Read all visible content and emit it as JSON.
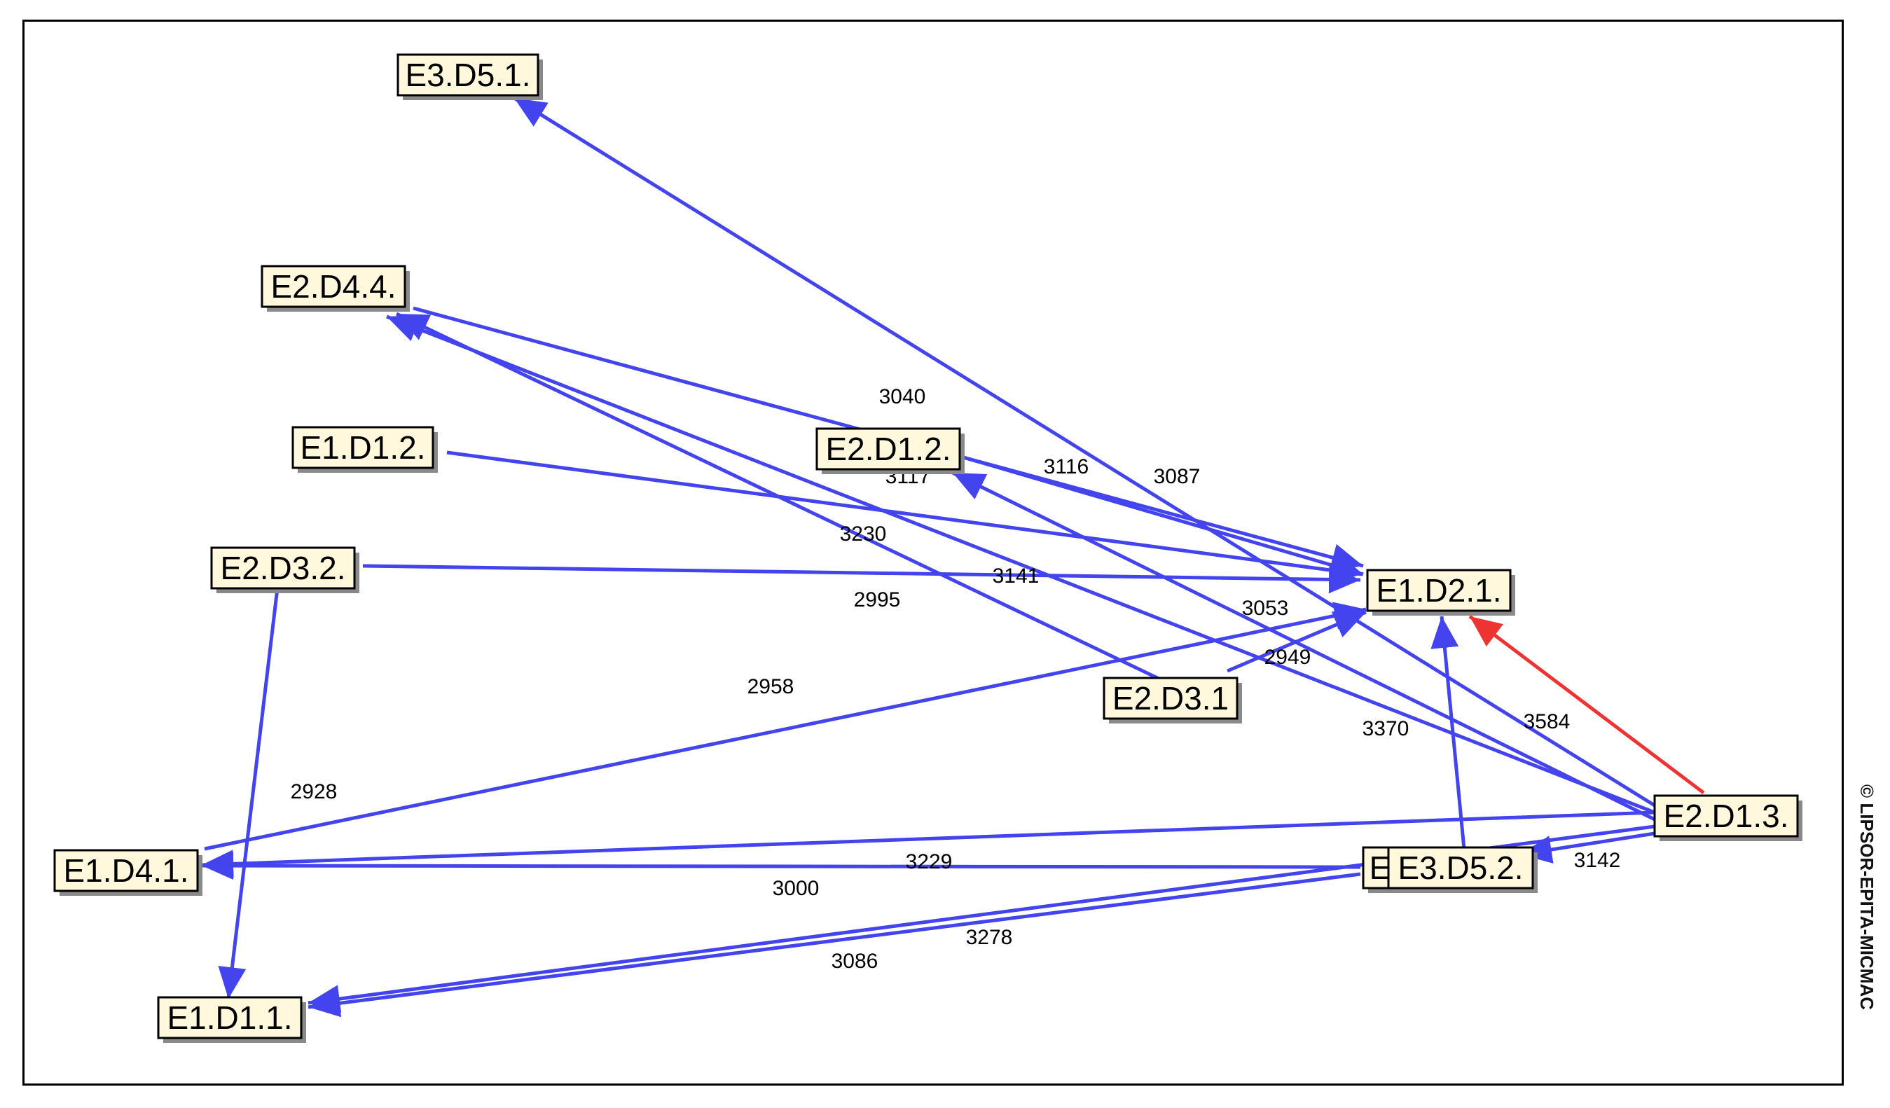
{
  "colors": {
    "edge": "#4444ee",
    "highlight_edge": "#ee3333",
    "node_fill": "#fff8dc"
  },
  "copyright": "© LIPSOR-EPITA-MICMAC",
  "nodes": [
    {
      "id": "E3.D5.1.",
      "label": "E3.D5.1."
    },
    {
      "id": "E2.D4.4.",
      "label": "E2.D4.4."
    },
    {
      "id": "E1.D1.2.",
      "label": "E1.D1.2."
    },
    {
      "id": "E2.D1.2.",
      "label": "E2.D1.2."
    },
    {
      "id": "E2.D3.2.",
      "label": "E2.D3.2."
    },
    {
      "id": "E1.D2.1.",
      "label": "E1.D2.1."
    },
    {
      "id": "E2.D3.1",
      "label": "E2.D3.1"
    },
    {
      "id": "E2.D1.3.",
      "label": "E2.D1.3."
    },
    {
      "id": "E1.D4.1.",
      "label": "E1.D4.1."
    },
    {
      "id": "E_hidden",
      "label": "E"
    },
    {
      "id": "E3.D5.2.",
      "label": "E3.D5.2."
    },
    {
      "id": "E1.D1.1.",
      "label": "E1.D1.1."
    }
  ],
  "edges": [
    {
      "from": "E2.D1.3.",
      "to": "E1.D2.1.",
      "weight": "3584",
      "strong": true
    },
    {
      "from": "E2.D1.3.",
      "to": "E3.D5.1.",
      "weight": "3087",
      "strong": false
    },
    {
      "from": "E2.D1.3.",
      "to": "E2.D4.4.",
      "weight": "3053",
      "strong": false
    },
    {
      "from": "E2.D1.3.",
      "to": "E2.D1.2.",
      "weight": "3370",
      "strong": false
    },
    {
      "from": "E2.D1.3.",
      "to": "E1.D4.1.",
      "weight": "3229",
      "strong": false
    },
    {
      "from": "E2.D1.3.",
      "to": "E1.D1.1.",
      "weight": "3278",
      "strong": false
    },
    {
      "from": "E2.D4.4.",
      "to": "E1.D2.1.",
      "weight": "3040",
      "strong": false
    },
    {
      "from": "E2.D1.2.",
      "to": "E1.D2.1.",
      "weight": "3116",
      "strong": false
    },
    {
      "from": "E1.D1.2.",
      "to": "E1.D2.1.",
      "weight": "3117",
      "strong": false
    },
    {
      "from": "E_hidden",
      "to": "E2.D4.4.",
      "weight": "3230",
      "strong": false
    },
    {
      "from": "E2.D3.2.",
      "to": "E1.D2.1.",
      "weight": "3141",
      "strong": false
    },
    {
      "from": "E2.D3.1",
      "to": "E1.D2.1.",
      "weight": "2949",
      "strong": false
    },
    {
      "from": "E1.D4.1.",
      "to": "E1.D2.1.",
      "weight": "2958",
      "strong": false
    },
    {
      "from": "E2.D3.2.",
      "to": "E1.D1.1.",
      "weight": "2928",
      "strong": false
    },
    {
      "from": "E3.D5.2.",
      "to": "E1.D2.1.",
      "weight": "2995",
      "strong": false
    },
    {
      "from": "E_hidden",
      "to": "E1.D4.1.",
      "weight": "3000",
      "strong": false
    },
    {
      "from": "E_hidden",
      "to": "E1.D1.1.",
      "weight": "3086",
      "strong": false
    },
    {
      "from": "E2.D1.3.",
      "to": "E3.D5.2.",
      "weight": "3142",
      "strong": false
    }
  ]
}
